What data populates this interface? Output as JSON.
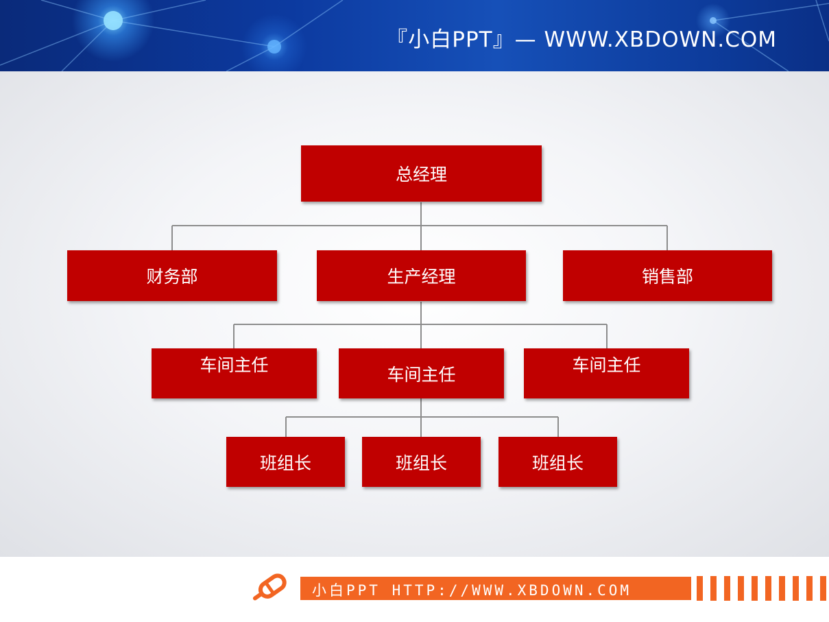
{
  "header": {
    "title": "『小白PPT』— WWW.XBDOWN.COM"
  },
  "org_chart": {
    "root": "总经理",
    "level2": [
      "财务部",
      "生产经理",
      "销售部"
    ],
    "level3": [
      "车间主任",
      "车间主任",
      "车间主任"
    ],
    "level4": [
      "班组长",
      "班组长",
      "班组长"
    ]
  },
  "footer": {
    "text": "小白PPT HTTP://WWW.XBDOWN.COM",
    "logo_icon": "pencil-icon"
  },
  "colors": {
    "box": "#c00000",
    "connector": "#8c8c8c",
    "accent": "#f26522",
    "header": "#0c3aa0"
  }
}
